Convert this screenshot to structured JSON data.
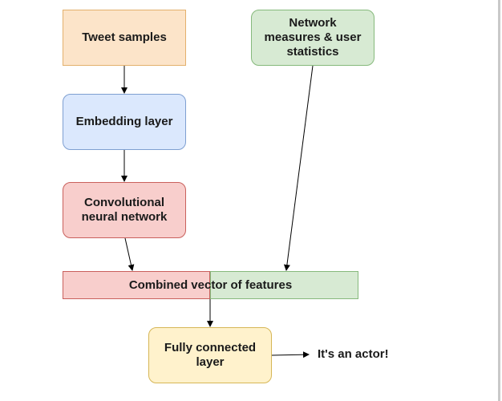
{
  "nodes": {
    "tweet_samples": "Tweet samples",
    "network_measures": "Network measures & user statistics",
    "embedding_layer": "Embedding layer",
    "cnn": "Convolutional neural network",
    "combined_vector": "Combined vector of features",
    "fully_connected": "Fully connected layer",
    "output": "It's an actor!"
  },
  "colors": {
    "tweet_fill": "#fce4c9",
    "network_fill": "#d7ead3",
    "embedding_fill": "#dbe8fd",
    "cnn_fill": "#f8cecc",
    "fc_fill": "#fff2cc",
    "arrow": "#000000"
  }
}
